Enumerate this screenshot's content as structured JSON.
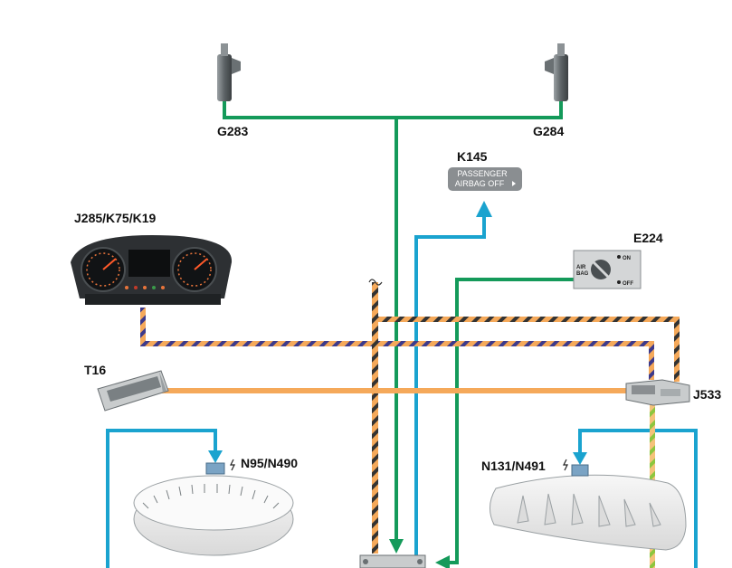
{
  "labels": {
    "g283": "G283",
    "g284": "G284",
    "k145": "K145",
    "e224": "E224",
    "j285": "J285/K75/K19",
    "t16": "T16",
    "j533": "J533",
    "n95": "N95/N490",
    "n131": "N131/N491"
  },
  "k145_lamp": {
    "line1": "PASSENGER",
    "line2": "AIRBAG OFF"
  },
  "e224_switch": {
    "left1": "AIR",
    "left2": "BAG",
    "on": "ON",
    "off": "OFF"
  },
  "colors": {
    "green": "#149a5a",
    "blue": "#1aa3cf",
    "orange": "#f5a95a",
    "purple": "#3d3a8c",
    "lightgreen": "#8cc63f"
  },
  "icons": [
    "crash-sensor-icon",
    "instrument-cluster-icon",
    "diagnostic-connector-icon",
    "gateway-module-icon",
    "airbag-switch-icon",
    "warning-lamp-icon",
    "airbag-icon",
    "igniter-icon"
  ]
}
